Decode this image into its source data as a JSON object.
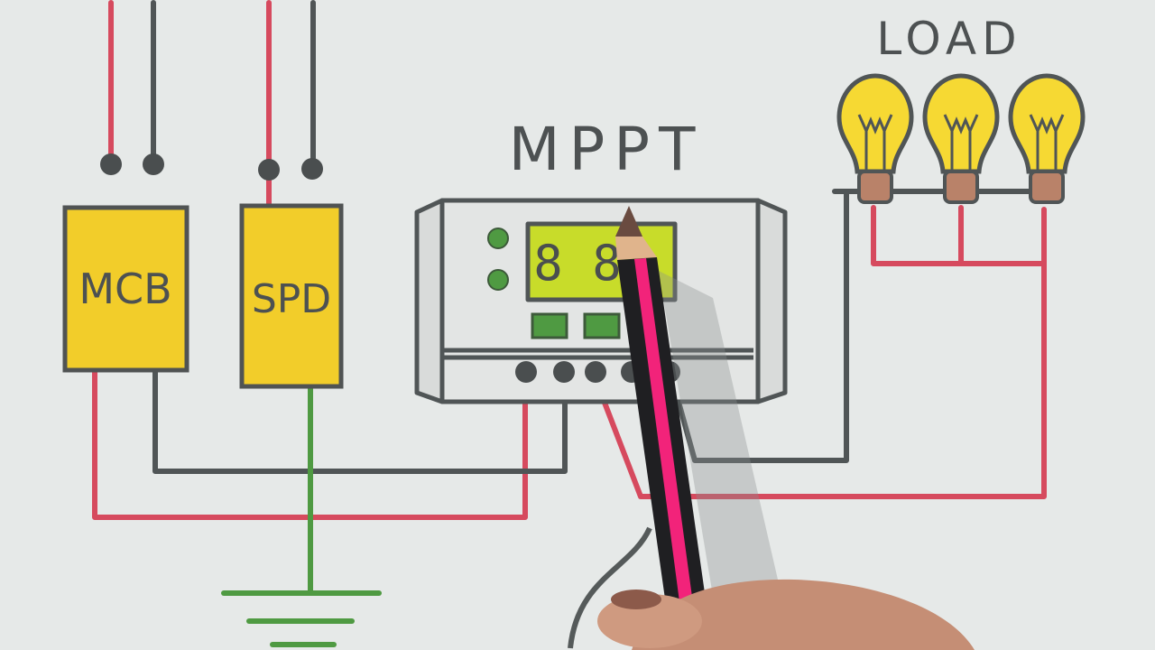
{
  "labels": {
    "mcb": "MCB",
    "spd": "SPD",
    "mppt": "MPPT",
    "load": "LOAD",
    "display": "8 8"
  },
  "colors": {
    "background": "#e6e9e8",
    "positive_wire": "#d64a5e",
    "negative_wire": "#505556",
    "ground_wire": "#4f9a42",
    "component_fill": "#f2cd2a",
    "display_fill": "#c8dc2a",
    "pencil_pink": "#f2237a"
  },
  "components": [
    {
      "name": "MCB",
      "type": "breaker"
    },
    {
      "name": "SPD",
      "type": "surge-protector"
    },
    {
      "name": "MPPT",
      "type": "charge-controller"
    },
    {
      "name": "LOAD",
      "type": "bulbs",
      "count": 3
    }
  ]
}
